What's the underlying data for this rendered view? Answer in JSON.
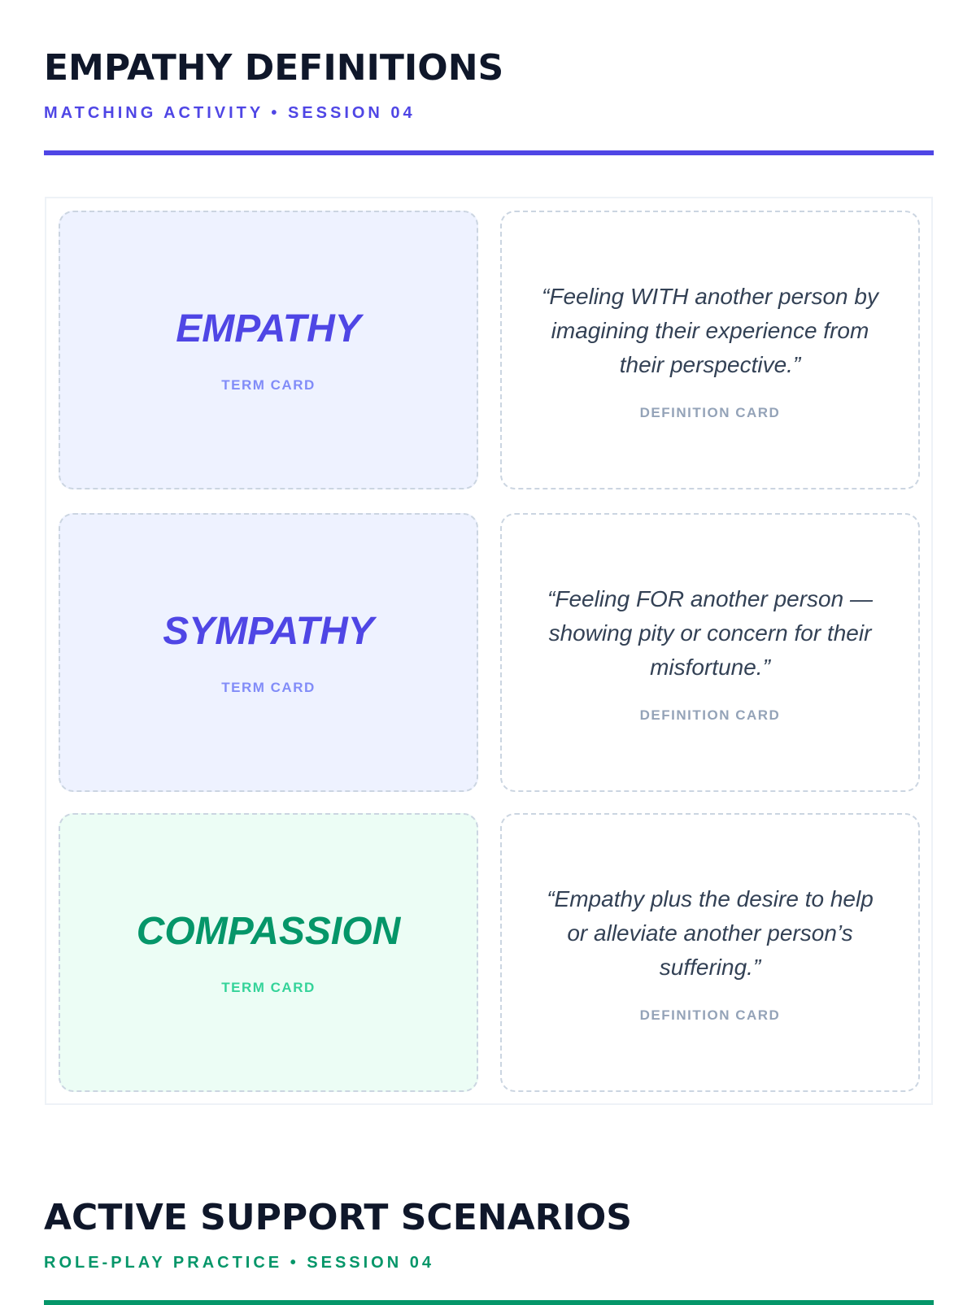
{
  "section1": {
    "title": "EMPATHY DEFINITIONS",
    "subtitle": "MATCHING ACTIVITY • SESSION 04",
    "accent": "#4f46e5"
  },
  "cards": [
    {
      "term": "EMPATHY",
      "term_label": "TERM CARD",
      "definition": "“Feeling WITH another person by imagining their experience from their perspective.”",
      "definition_label": "DEFINITION CARD"
    },
    {
      "term": "SYMPATHY",
      "term_label": "TERM CARD",
      "definition": "“Feeling FOR another person —showing pity or concern for their misfortune.”",
      "definition_label": "DEFINITION CARD"
    },
    {
      "term": "COMPASSION",
      "term_label": "TERM CARD",
      "definition": "“Empathy plus the desire to help or alleviate another person’s suffering.”",
      "definition_label": "DEFINITION CARD"
    }
  ],
  "section2": {
    "title": "ACTIVE SUPPORT SCENARIOS",
    "subtitle": "ROLE-PLAY PRACTICE • SESSION 04",
    "accent": "#059669"
  }
}
